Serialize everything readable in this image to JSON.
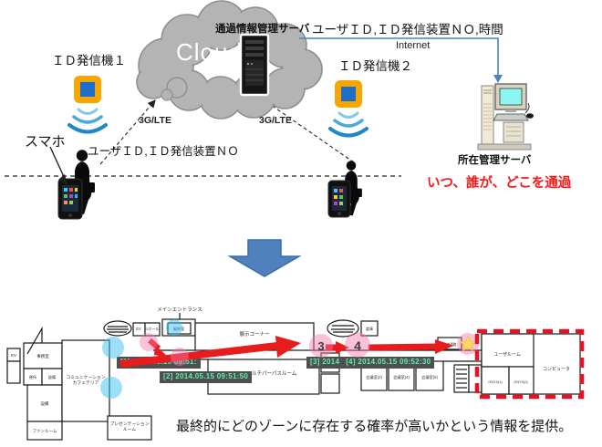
{
  "diagram": {
    "cloud_label": "Cloud",
    "pass_server_label": "通過情報管理サーバ",
    "data_flow_top": "ユーザＩＤ,ＩＤ発信装置ＮＯ,時間",
    "internet_label": "Internet",
    "beacon1_label": "ＩＤ発信機１",
    "beacon2_label": "ＩＤ発信機２",
    "smartphone_label": "スマホ",
    "uplink_label": "ユーザＩＤ,ＩＤ発信装置ＮＯ",
    "net1_label": "3G/LTE",
    "net2_label": "3G/LTE",
    "location_server_label": "所在管理サーバ",
    "highlight_text": "いつ、誰が、どこを通過"
  },
  "floorplan": {
    "rooms": [
      "EV",
      "事務室",
      "便所",
      "設備",
      "設備",
      "コミュニケーション",
      "カフェテリア",
      "ファンルーム",
      "プレゼンテーション",
      "ルーム",
      "EV",
      "Gホール",
      "風除室",
      "メインエントランス",
      "展示コーナー",
      "マルチパーパスルーム",
      "倉庫",
      "会議室(2)",
      "会議室(4)",
      "会議室(5)",
      "連絡通路",
      "ユーザルーム",
      "コンピュータ",
      "ONYX(1)",
      "ONYX(2)"
    ],
    "zones": {
      "z3": "3",
      "z4": "4"
    },
    "timestamps": {
      "t1": "[1]  2014.05.15 09:51:",
      "t2": "[2]  2014.05.15 09:51:50",
      "t3": "[3]  2014",
      "t4": "[4]  2014.05.15 09:52:30"
    },
    "caption": "最終的にどのゾーンに存在する確率が高いかという情報を提供。"
  },
  "colors": {
    "accent_blue": "#4f81bd",
    "alert_red": "#ff1414",
    "route_red": "#e81c1c",
    "zone_pink": "#f478aa",
    "zone_cyan": "#3cc0f0",
    "timestamp_bg": "#4f4f4f",
    "timestamp_text": "#5af0b0",
    "beacon_yellow": "#f7a600",
    "beacon_blue": "#1e6ec8",
    "cloud_gray": "#b4b4b4"
  }
}
